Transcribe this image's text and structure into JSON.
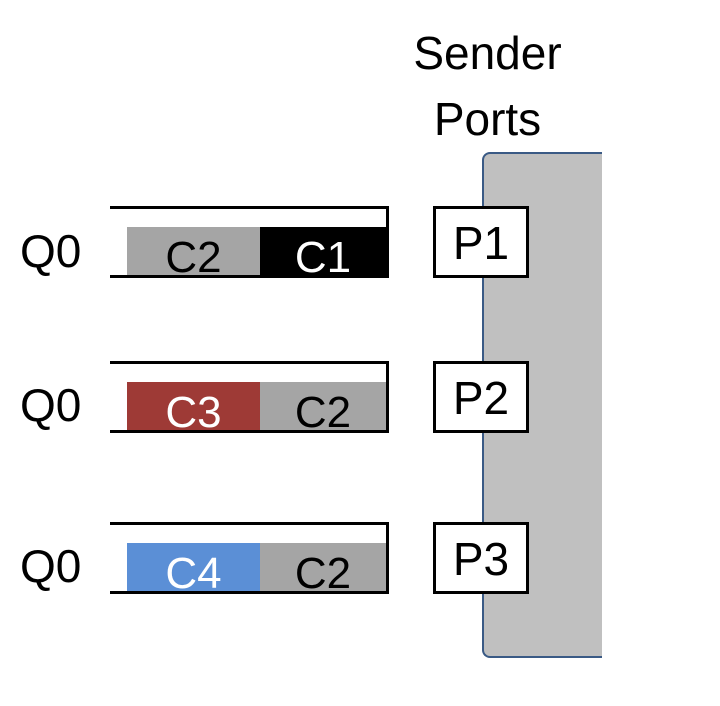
{
  "header": {
    "line1": "Sender",
    "line2": "Ports"
  },
  "rows": [
    {
      "queue_label": "Q0",
      "cells": [
        {
          "label": "C2",
          "color": "#a5a5a5",
          "text_color": "#000000"
        },
        {
          "label": "C1",
          "color": "#000000",
          "text_color": "#ffffff"
        }
      ],
      "port": "P1"
    },
    {
      "queue_label": "Q0",
      "cells": [
        {
          "label": "C3",
          "color": "#9e3a36",
          "text_color": "#ffffff"
        },
        {
          "label": "C2",
          "color": "#a5a5a5",
          "text_color": "#000000"
        }
      ],
      "port": "P2"
    },
    {
      "queue_label": "Q0",
      "cells": [
        {
          "label": "C4",
          "color": "#5b8fd6",
          "text_color": "#ffffff"
        },
        {
          "label": "C2",
          "color": "#a5a5a5",
          "text_color": "#000000"
        }
      ],
      "port": "P3"
    }
  ],
  "colors": {
    "switch_fill": "#c0c0c0",
    "switch_border": "#3a5a85"
  }
}
